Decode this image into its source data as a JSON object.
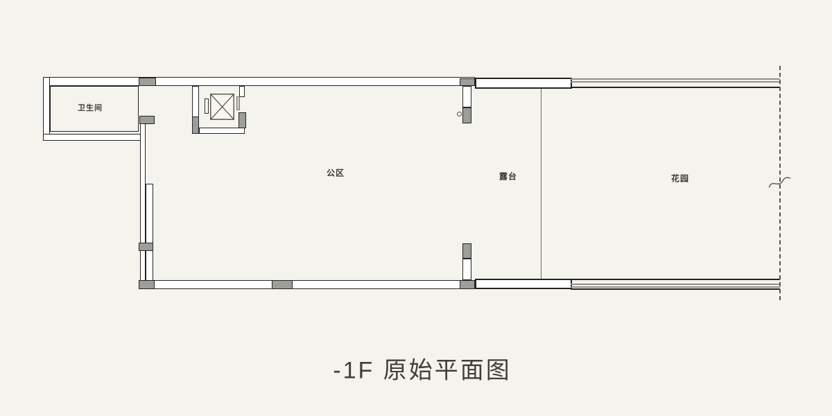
{
  "title": "-1F 原始平面图",
  "rooms": {
    "bathroom": {
      "label": "卫生间"
    },
    "public_area": {
      "label": "公区"
    },
    "terrace": {
      "label": "露台"
    },
    "garden": {
      "label": "花园"
    }
  },
  "icons": {
    "elevator_shaft": "elevator-shaft-icon",
    "break_mark": "break-mark-icon",
    "circle_marker": "circle-marker-icon"
  },
  "colors": {
    "background": "#f5f3ee",
    "wall_line": "#222222",
    "wall_fill": "#ffffff",
    "column_fill": "#9d9d99",
    "fence_gray": "#8f8f8b",
    "text": "#3b3a36"
  }
}
